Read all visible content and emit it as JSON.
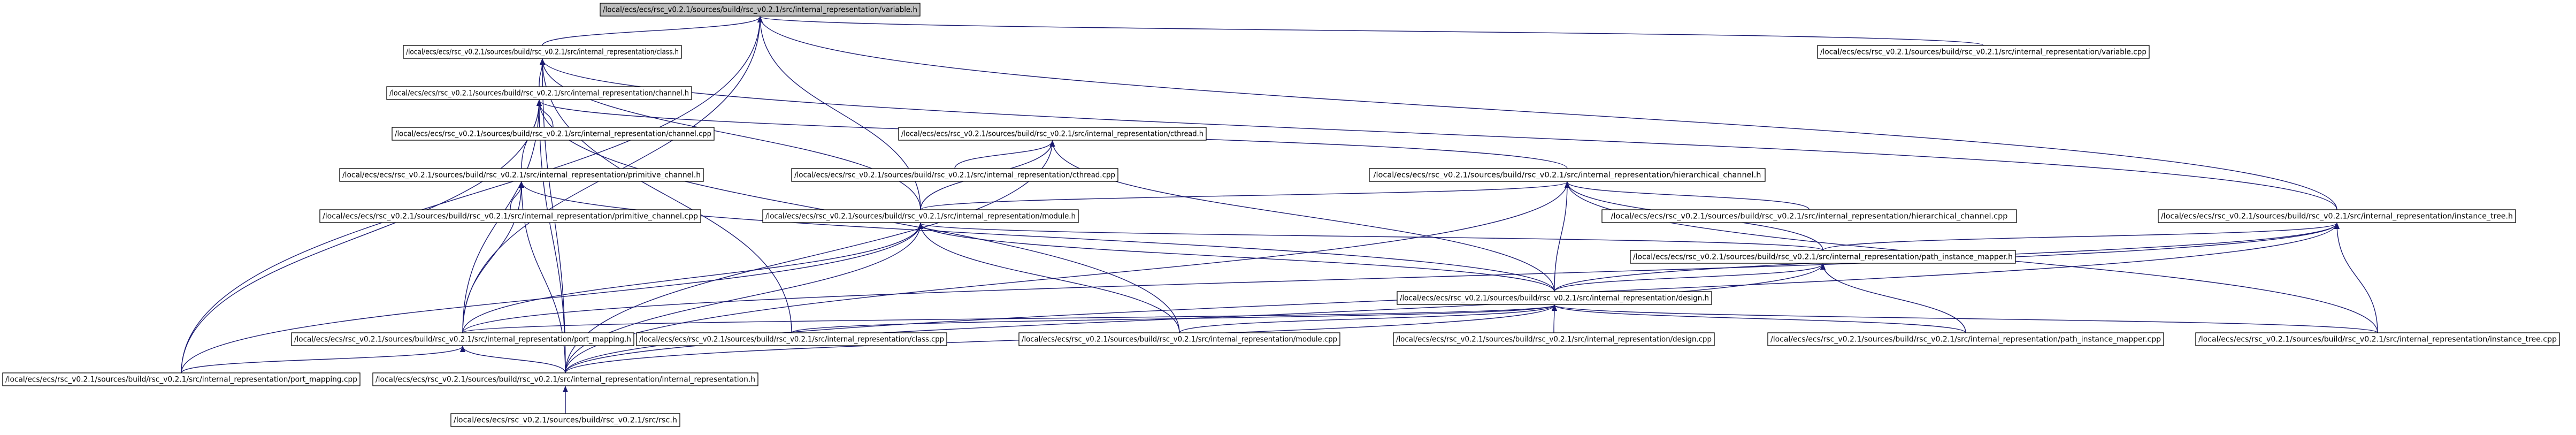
{
  "colors": {
    "edge": "#191970",
    "root_fill": "#bfbfbf",
    "node_fill": "#ffffff",
    "node_border": "#000000"
  },
  "nodes": [
    {
      "id": "variable_h",
      "label": "/local/ecs/ecs/rsc_v0.2.1/sources/build/rsc_v0.2.1/src/internal_representation/variable.h",
      "root": true
    },
    {
      "id": "class_h",
      "label": "/local/ecs/ecs/rsc_v0.2.1/sources/build/rsc_v0.2.1/src/internal_representation/class.h"
    },
    {
      "id": "variable_cpp",
      "label": "/local/ecs/ecs/rsc_v0.2.1/sources/build/rsc_v0.2.1/src/internal_representation/variable.cpp"
    },
    {
      "id": "channel_h",
      "label": "/local/ecs/ecs/rsc_v0.2.1/sources/build/rsc_v0.2.1/src/internal_representation/channel.h"
    },
    {
      "id": "channel_cpp",
      "label": "/local/ecs/ecs/rsc_v0.2.1/sources/build/rsc_v0.2.1/src/internal_representation/channel.cpp"
    },
    {
      "id": "cthread_h",
      "label": "/local/ecs/ecs/rsc_v0.2.1/sources/build/rsc_v0.2.1/src/internal_representation/cthread.h"
    },
    {
      "id": "cthread_cpp",
      "label": "/local/ecs/ecs/rsc_v0.2.1/sources/build/rsc_v0.2.1/src/internal_representation/cthread.cpp"
    },
    {
      "id": "prim_h",
      "label": "/local/ecs/ecs/rsc_v0.2.1/sources/build/rsc_v0.2.1/src/internal_representation/primitive_channel.h"
    },
    {
      "id": "hier_h",
      "label": "/local/ecs/ecs/rsc_v0.2.1/sources/build/rsc_v0.2.1/src/internal_representation/hierarchical_channel.h"
    },
    {
      "id": "prim_cpp",
      "label": "/local/ecs/ecs/rsc_v0.2.1/sources/build/rsc_v0.2.1/src/internal_representation/primitive_channel.cpp"
    },
    {
      "id": "module_h",
      "label": "/local/ecs/ecs/rsc_v0.2.1/sources/build/rsc_v0.2.1/src/internal_representation/module.h"
    },
    {
      "id": "hier_cpp",
      "label": "/local/ecs/ecs/rsc_v0.2.1/sources/build/rsc_v0.2.1/src/internal_representation/hierarchical_channel.cpp"
    },
    {
      "id": "itree_h",
      "label": "/local/ecs/ecs/rsc_v0.2.1/sources/build/rsc_v0.2.1/src/internal_representation/instance_tree.h"
    },
    {
      "id": "pim_h",
      "label": "/local/ecs/ecs/rsc_v0.2.1/sources/build/rsc_v0.2.1/src/internal_representation/path_instance_mapper.h"
    },
    {
      "id": "design_h",
      "label": "/local/ecs/ecs/rsc_v0.2.1/sources/build/rsc_v0.2.1/src/internal_representation/design.h"
    },
    {
      "id": "portmap_h",
      "label": "/local/ecs/ecs/rsc_v0.2.1/sources/build/rsc_v0.2.1/src/internal_representation/port_mapping.h"
    },
    {
      "id": "class_cpp",
      "label": "/local/ecs/ecs/rsc_v0.2.1/sources/build/rsc_v0.2.1/src/internal_representation/class.cpp"
    },
    {
      "id": "module_cpp",
      "label": "/local/ecs/ecs/rsc_v0.2.1/sources/build/rsc_v0.2.1/src/internal_representation/module.cpp"
    },
    {
      "id": "design_cpp",
      "label": "/local/ecs/ecs/rsc_v0.2.1/sources/build/rsc_v0.2.1/src/internal_representation/design.cpp"
    },
    {
      "id": "pim_cpp",
      "label": "/local/ecs/ecs/rsc_v0.2.1/sources/build/rsc_v0.2.1/src/internal_representation/path_instance_mapper.cpp"
    },
    {
      "id": "itree_cpp",
      "label": "/local/ecs/ecs/rsc_v0.2.1/sources/build/rsc_v0.2.1/src/internal_representation/instance_tree.cpp"
    },
    {
      "id": "portmap_cpp",
      "label": "/local/ecs/ecs/rsc_v0.2.1/sources/build/rsc_v0.2.1/src/internal_representation/port_mapping.cpp"
    },
    {
      "id": "ir_h",
      "label": "/local/ecs/ecs/rsc_v0.2.1/sources/build/rsc_v0.2.1/src/internal_representation/internal_representation.h"
    },
    {
      "id": "rsc_h",
      "label": "/local/ecs/ecs/rsc_v0.2.1/sources/build/rsc_v0.2.1/src/rsc.h"
    }
  ],
  "edges": [
    [
      "variable_h",
      "class_h"
    ],
    [
      "variable_h",
      "variable_cpp"
    ],
    [
      "variable_h",
      "module_h"
    ],
    [
      "variable_h",
      "itree_h"
    ],
    [
      "variable_h",
      "portmap_h"
    ],
    [
      "variable_h",
      "portmap_cpp"
    ],
    [
      "class_h",
      "channel_h"
    ],
    [
      "class_h",
      "module_h"
    ],
    [
      "class_h",
      "class_cpp"
    ],
    [
      "class_h",
      "itree_h"
    ],
    [
      "class_h",
      "ir_h"
    ],
    [
      "channel_h",
      "channel_cpp"
    ],
    [
      "channel_h",
      "prim_h"
    ],
    [
      "channel_h",
      "hier_h"
    ],
    [
      "channel_h",
      "portmap_h"
    ],
    [
      "channel_h",
      "ir_h"
    ],
    [
      "channel_h",
      "portmap_cpp"
    ],
    [
      "channel_h",
      "module_cpp"
    ],
    [
      "cthread_h",
      "cthread_cpp"
    ],
    [
      "cthread_h",
      "module_h"
    ],
    [
      "cthread_h",
      "design_h"
    ],
    [
      "cthread_h",
      "ir_h"
    ],
    [
      "prim_h",
      "prim_cpp"
    ],
    [
      "prim_h",
      "portmap_h"
    ],
    [
      "prim_h",
      "ir_h"
    ],
    [
      "prim_h",
      "design_h"
    ],
    [
      "hier_h",
      "module_h"
    ],
    [
      "hier_h",
      "hier_cpp"
    ],
    [
      "hier_h",
      "pim_h"
    ],
    [
      "hier_h",
      "design_h"
    ],
    [
      "hier_h",
      "ir_h"
    ],
    [
      "hier_h",
      "itree_cpp"
    ],
    [
      "module_h",
      "portmap_h"
    ],
    [
      "module_h",
      "module_cpp"
    ],
    [
      "module_h",
      "design_h"
    ],
    [
      "module_h",
      "pim_h"
    ],
    [
      "module_h",
      "ir_h"
    ],
    [
      "module_h",
      "portmap_cpp"
    ],
    [
      "itree_h",
      "pim_h"
    ],
    [
      "itree_h",
      "design_h"
    ],
    [
      "itree_h",
      "itree_cpp"
    ],
    [
      "itree_h",
      "ir_h"
    ],
    [
      "itree_h",
      "portmap_h"
    ],
    [
      "pim_h",
      "design_h"
    ],
    [
      "pim_h",
      "pim_cpp"
    ],
    [
      "pim_h",
      "ir_h"
    ],
    [
      "design_h",
      "portmap_h"
    ],
    [
      "design_h",
      "class_cpp"
    ],
    [
      "design_h",
      "module_cpp"
    ],
    [
      "design_h",
      "design_cpp"
    ],
    [
      "design_h",
      "pim_cpp"
    ],
    [
      "design_h",
      "itree_cpp"
    ],
    [
      "design_h",
      "ir_h"
    ],
    [
      "portmap_h",
      "portmap_cpp"
    ],
    [
      "portmap_h",
      "ir_h"
    ],
    [
      "ir_h",
      "rsc_h"
    ]
  ]
}
